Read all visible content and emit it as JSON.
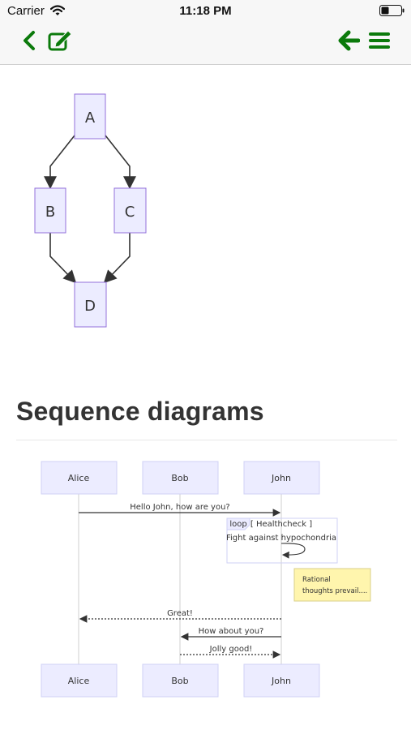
{
  "status_bar": {
    "carrier": "Carrier",
    "time": "11:18 PM"
  },
  "nav": {
    "left_icons": [
      "chevron-left-icon",
      "edit-icon"
    ],
    "right_icons": [
      "arrow-left-icon",
      "menu-icon"
    ],
    "accent_color": "#0b7a0b"
  },
  "flowchart": {
    "nodes": [
      "A",
      "B",
      "C",
      "D"
    ],
    "edges": [
      [
        "A",
        "B"
      ],
      [
        "A",
        "C"
      ],
      [
        "B",
        "D"
      ],
      [
        "C",
        "D"
      ]
    ]
  },
  "section": {
    "heading": "Sequence diagrams"
  },
  "sequence": {
    "participants": [
      "Alice",
      "Bob",
      "John"
    ],
    "messages": [
      {
        "from": "Alice",
        "to": "John",
        "text": "Hello John, how are you?",
        "style": "solid"
      },
      {
        "from": "John",
        "to": "Alice",
        "text": "Great!",
        "style": "dotted"
      },
      {
        "from": "John",
        "to": "Bob",
        "text": "How about you?",
        "style": "solid"
      },
      {
        "from": "Bob",
        "to": "John",
        "text": "Jolly good!",
        "style": "dotted"
      }
    ],
    "loop": {
      "label": "loop",
      "condition": "[ Healthcheck ]",
      "message": "Fight against hypochondria"
    },
    "note": {
      "line1": "Rational",
      "line2": "thoughts prevail...."
    }
  }
}
